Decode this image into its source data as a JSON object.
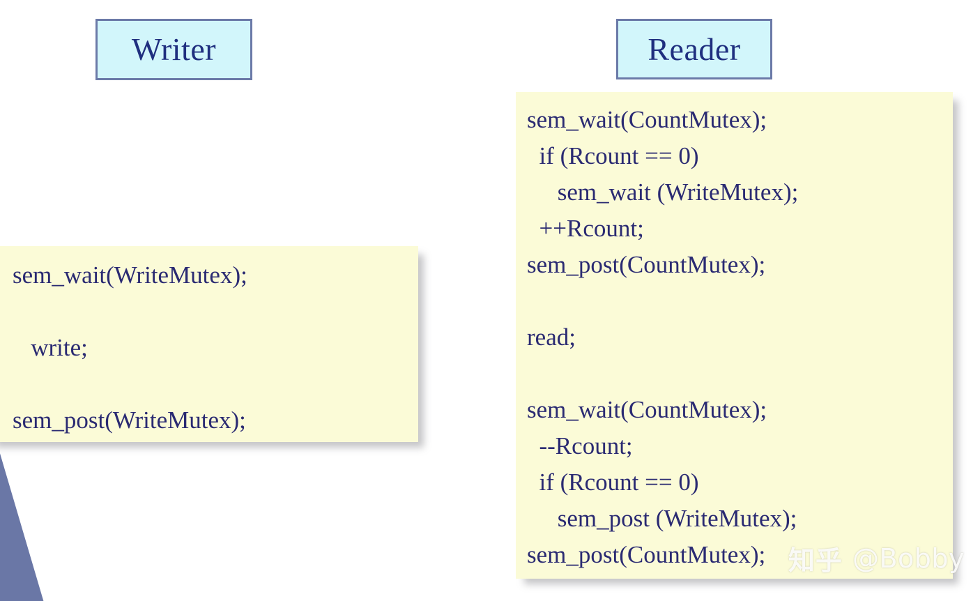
{
  "slide": {
    "background_color": "#ffffff",
    "accent_wedge_color": "#6a77a6"
  },
  "colors": {
    "title_box_fill": "#d2f6fb",
    "title_box_border": "#6b7aa8",
    "title_text": "#1f2f7f",
    "code_box_fill": "#fbfbd7",
    "code_text": "#2a2a72",
    "watermark_text": "#ffffff"
  },
  "writer": {
    "title": "Writer",
    "code_lines": [
      "sem_wait(WriteMutex);",
      "",
      "   write;",
      "",
      "sem_post(WriteMutex);"
    ]
  },
  "reader": {
    "title": "Reader",
    "code_lines": [
      "sem_wait(CountMutex);",
      "  if (Rcount == 0)",
      "     sem_wait (WriteMutex);",
      "  ++Rcount;",
      "sem_post(CountMutex);",
      "",
      "read;",
      "",
      "sem_wait(CountMutex);",
      "  --Rcount;",
      "  if (Rcount == 0)",
      "     sem_post (WriteMutex);",
      "sem_post(CountMutex);"
    ]
  },
  "watermark": {
    "logo": "知乎",
    "handle": "@Bobby"
  }
}
